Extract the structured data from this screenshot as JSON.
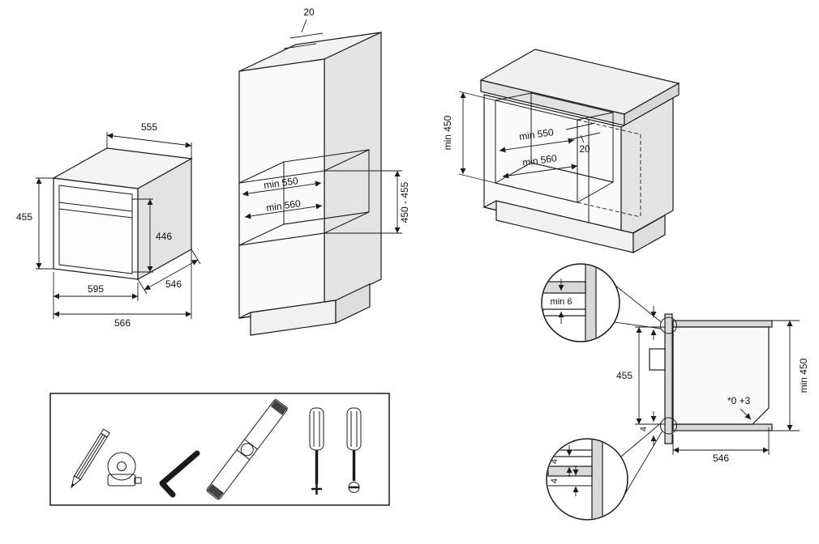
{
  "document": {
    "type": "installation-diagram",
    "subject": "built-in compact oven niche dimensions"
  },
  "oven_view": {
    "top_width": "555",
    "front_height": "455",
    "door_height": "446",
    "front_width": "595",
    "body_depth": "546",
    "total_depth": "566"
  },
  "tall_unit_view": {
    "top_rear_gap": "20",
    "niche_width": "min 550",
    "niche_depth": "min 560",
    "niche_height": "450 - 455"
  },
  "base_unit_view": {
    "niche_height": "min 450",
    "niche_width": "min 550",
    "niche_depth": "min 560",
    "rear_gap": "20"
  },
  "section_view": {
    "front_height": "455",
    "niche_height": "min 450",
    "depth": "546",
    "tolerance": "*0 +3",
    "bottom_gap": "4",
    "detail_top_clearance": "min 6",
    "detail_gap_upper": "4",
    "detail_gap_lower": "4"
  },
  "tools": {
    "items": [
      "pencil",
      "tape-measure",
      "hex-key",
      "spirit-level",
      "phillips-screwdriver",
      "flat-screwdriver"
    ]
  },
  "colors": {
    "line": "#1a1a1a",
    "panel_fill": "#d9d9d9",
    "background": "#ffffff"
  }
}
